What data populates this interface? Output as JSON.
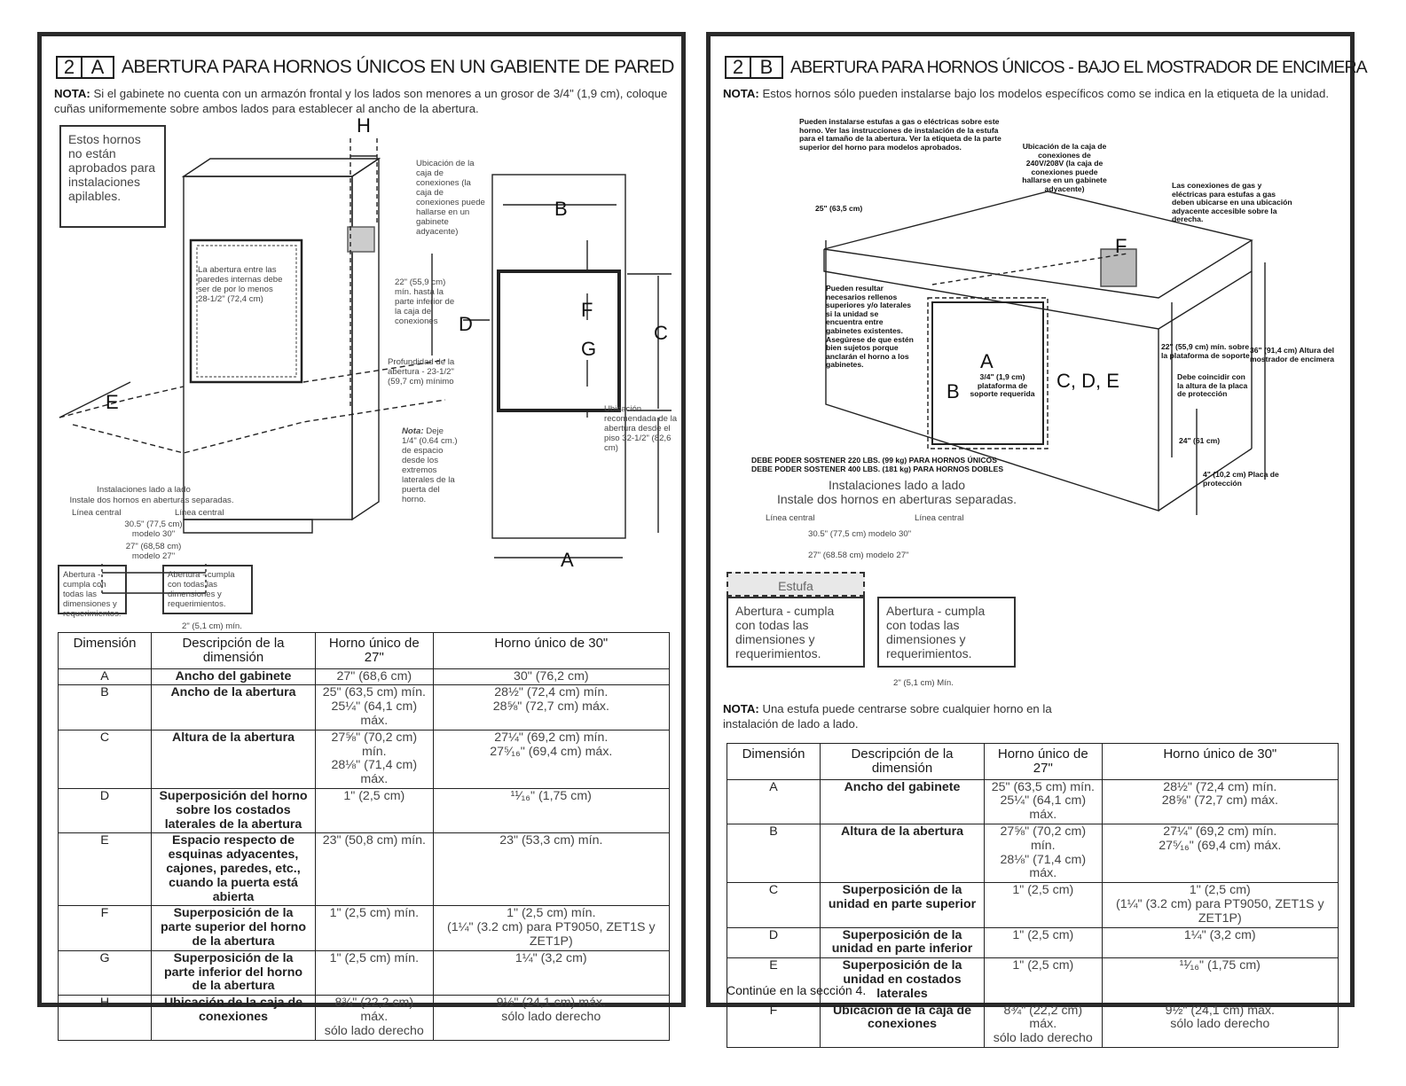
{
  "panel_a": {
    "num": "2",
    "letter": "A",
    "title": "ABERTURA PARA HORNOS ÚNICOS EN UN GABIENTE DE PARED",
    "note_label": "NOTA:",
    "note": "Si el gabinete no cuenta con un armazón frontal y los lados son menores a un grosor de 3/4\" (1,9 cm), coloque cuñas uniformemente sobre ambos lados para establecer al ancho de la abertura.",
    "stack_note": "Estos hornos no están aprobados para instalaciones apilables.",
    "labels": {
      "H": "H",
      "B": "B",
      "F": "F",
      "G": "G",
      "C": "C",
      "D": "D",
      "E": "E",
      "A": "A",
      "junction_box": "Ubicación de la caja de conexiones (la caja de conexiones puede hallarse en un gabinete adyacente)",
      "interior": "La abertura entre las paredes internas debe ser de por lo menos 28-1/2\" (72,4 cm)",
      "height_22": "22\" (55,9 cm) mín. hasta la parte inferior de la caja de conexiones",
      "depth": "Profundidad de la abertura - 23-1/2\" (59,7 cm) mínimo",
      "nota_label": "Nota:",
      "nota_text": "Deje 1/4\" (0.64 cm.) de espacio desde los extremos laterales de la puerta del horno.",
      "recommended": "Ubicación recomendada de la abertura desde el piso 32-1/2\" (82,6 cm)",
      "side_by_side_1": "Instalaciones lado a lado",
      "side_by_side_2": "Instale dos hornos en aberturas separadas.",
      "center_line_1": "Línea central",
      "center_line_2": "Línea central",
      "m30": "30.5\" (77,5 cm) modelo 30\"",
      "m27": "27\" (68,58 cm) modelo 27\"",
      "open_1": "Abertura - cumpla con todas las dimensiones y requerimientos.",
      "open_2": "Abertura - cumpla con todas las dimensiones y requerimientos.",
      "min2": "2\" (5,1 cm) mín."
    },
    "table": {
      "headers": [
        "Dimensión",
        "Descripción de la dimensión",
        "Horno único de 27\"",
        "Horno único de 30\""
      ],
      "rows": [
        {
          "d": "A",
          "desc": "Ancho del gabinete",
          "v27": "27\" (68,6 cm)",
          "v30": "30\" (76,2 cm)"
        },
        {
          "d": "B",
          "desc": "Ancho de la abertura",
          "v27": "25\" (63,5 cm) mín.\n25¼\" (64,1 cm) máx.",
          "v30": "28½\" (72,4 cm) mín.\n28⅝\" (72,7 cm) máx."
        },
        {
          "d": "C",
          "desc": "Altura de la abertura",
          "v27": "27⅝\" (70,2 cm) mín.\n28⅛\" (71,4 cm) máx.",
          "v30": "27¼\" (69,2 cm) mín.\n27⁵⁄₁₆\" (69,4 cm) máx."
        },
        {
          "d": "D",
          "desc": "Superposición del horno sobre los costados laterales de la abertura",
          "v27": "1\" (2,5 cm)",
          "v30": "¹¹⁄₁₆\" (1,75 cm)"
        },
        {
          "d": "E",
          "desc": "Espacio respecto de esquinas adyacentes, cajones, paredes, etc., cuando la puerta está abierta",
          "v27": "23\" (50,8 cm) mín.",
          "v30": "23\" (53,3 cm) mín."
        },
        {
          "d": "F",
          "desc": "Superposición de la parte superior del horno de la abertura",
          "v27": "1\" (2,5 cm) mín.",
          "v30": "1\" (2,5 cm) mín.\n(1¼\" (3.2 cm) para PT9050, ZET1S y ZET1P)"
        },
        {
          "d": "G",
          "desc": "Superposición de la parte inferior del horno de la abertura",
          "v27": "1\" (2,5 cm) mín.",
          "v30": "1¼\" (3,2 cm)"
        },
        {
          "d": "H",
          "desc": "Ubicación de la caja de conexiones",
          "v27": "8¾\" (22,2 cm) máx.\nsólo lado derecho",
          "v30": "9½\" (24,1 cm) máx.\nsólo lado derecho"
        }
      ]
    }
  },
  "panel_b": {
    "num": "2",
    "letter": "B",
    "title": "ABERTURA PARA HORNOS ÚNICOS - BAJO EL MOSTRADOR DE ENCIMERA",
    "note_label": "NOTA:",
    "note": "Estos hornos sólo pueden instalarse bajo los modelos específicos como se indica en la etiqueta de la unidad.",
    "labels": {
      "cooktop": "Pueden instalarse estufas a gas o eléctricas sobre este horno. Ver las instrucciones de instalación de la estufa para el tamaño de la abertura. Ver la etiqueta de la parte superior del horno para modelos aprobados.",
      "junction": "Ubicación de la caja de conexiones de 240V/208V (la caja de conexiones puede hallarse en un gabinete adyacente)",
      "gas": "Las conexiones de gas y eléctricas para estufas a gas deben ubicarse en una ubicación adyacente accesible sobre la derecha.",
      "w25": "25\" (63,5 cm)",
      "F": "F",
      "A": "A",
      "B": "B",
      "CDE": "C, D, E",
      "fillers": "Pueden resultar necesarios rellenos superiores y/o laterales si la unidad se encuentra entre gabinetes existentes. Asegúrese de que estén bien sujetos porque anclarán el horno a los gabinetes.",
      "platform": "3/4\" (1,9 cm) plataforma de soporte requerida",
      "h22": "22\" (55,9 cm) mín. sobre la plataforma de soporte",
      "match": "Debe coincidir con la altura de la placa de protección",
      "h36": "36\" (91,4 cm) Altura del mostrador de encimera",
      "d24": "24\" (61 cm)",
      "toe": "4\" (10,2 cm) Placa de protección",
      "support1": "DEBE PODER SOSTENER 220 LBS. (99 kg) PARA HORNOS ÚNICOS",
      "support2": "DEBE PODER SOSTENER 400 LBS. (181 kg) PARA HORNOS DOBLES",
      "side_by_side_1": "Instalaciones lado a lado",
      "side_by_side_2": "Instale dos hornos en aberturas separadas.",
      "center_line_1": "Línea central",
      "center_line_2": "Línea central",
      "m30": "30.5\" (77,5 cm) modelo 30\"",
      "m27": "27\" (68.58 cm) modelo 27\"",
      "estufa": "Estufa",
      "open_1": "Abertura - cumpla con todas las dimensiones y requerimientos.",
      "open_2": "Abertura - cumpla con todas las dimensiones y requerimientos.",
      "min2": "2\" (5,1 cm) Mín."
    },
    "note2_label": "NOTA:",
    "note2": "Una estufa puede centrarse sobre cualquier horno en la instalación de lado a lado.",
    "table": {
      "headers": [
        "Dimensión",
        "Descripción de la dimensión",
        "Horno único de 27\"",
        "Horno único de 30\""
      ],
      "rows": [
        {
          "d": "A",
          "desc": "Ancho del gabinete",
          "v27": "25\" (63,5 cm) mín.\n25¼\" (64,1 cm) máx.",
          "v30": "28½\" (72,4 cm) mín.\n28⅝\" (72,7 cm) máx."
        },
        {
          "d": "B",
          "desc": "Altura de la abertura",
          "v27": "27⅝\" (70,2 cm) mín.\n28⅛\" (71,4 cm) máx.",
          "v30": "27¼\" (69,2 cm) mín.\n27⁵⁄₁₆\" (69,4 cm) máx."
        },
        {
          "d": "C",
          "desc": "Superposición de la unidad en parte superior",
          "v27": "1\" (2,5 cm)",
          "v30": "1\" (2,5 cm)\n(1¼\" (3.2 cm) para PT9050, ZET1S y ZET1P)"
        },
        {
          "d": "D",
          "desc": "Superposición de la unidad en parte inferior",
          "v27": "1\" (2,5 cm)",
          "v30": "1¼\" (3,2 cm)"
        },
        {
          "d": "E",
          "desc": "Superposición de la unidad en costados laterales",
          "v27": "1\" (2,5 cm)",
          "v30": "¹¹⁄₁₆\" (1,75 cm)"
        },
        {
          "d": "F",
          "desc": "Ubicación de la caja de conexiones",
          "v27": "8¾\" (22,2 cm) máx.\nsólo lado derecho",
          "v30": "9½\" (24,1 cm) máx.\nsólo lado derecho"
        }
      ]
    },
    "continue": "Continúe en la sección 4."
  }
}
